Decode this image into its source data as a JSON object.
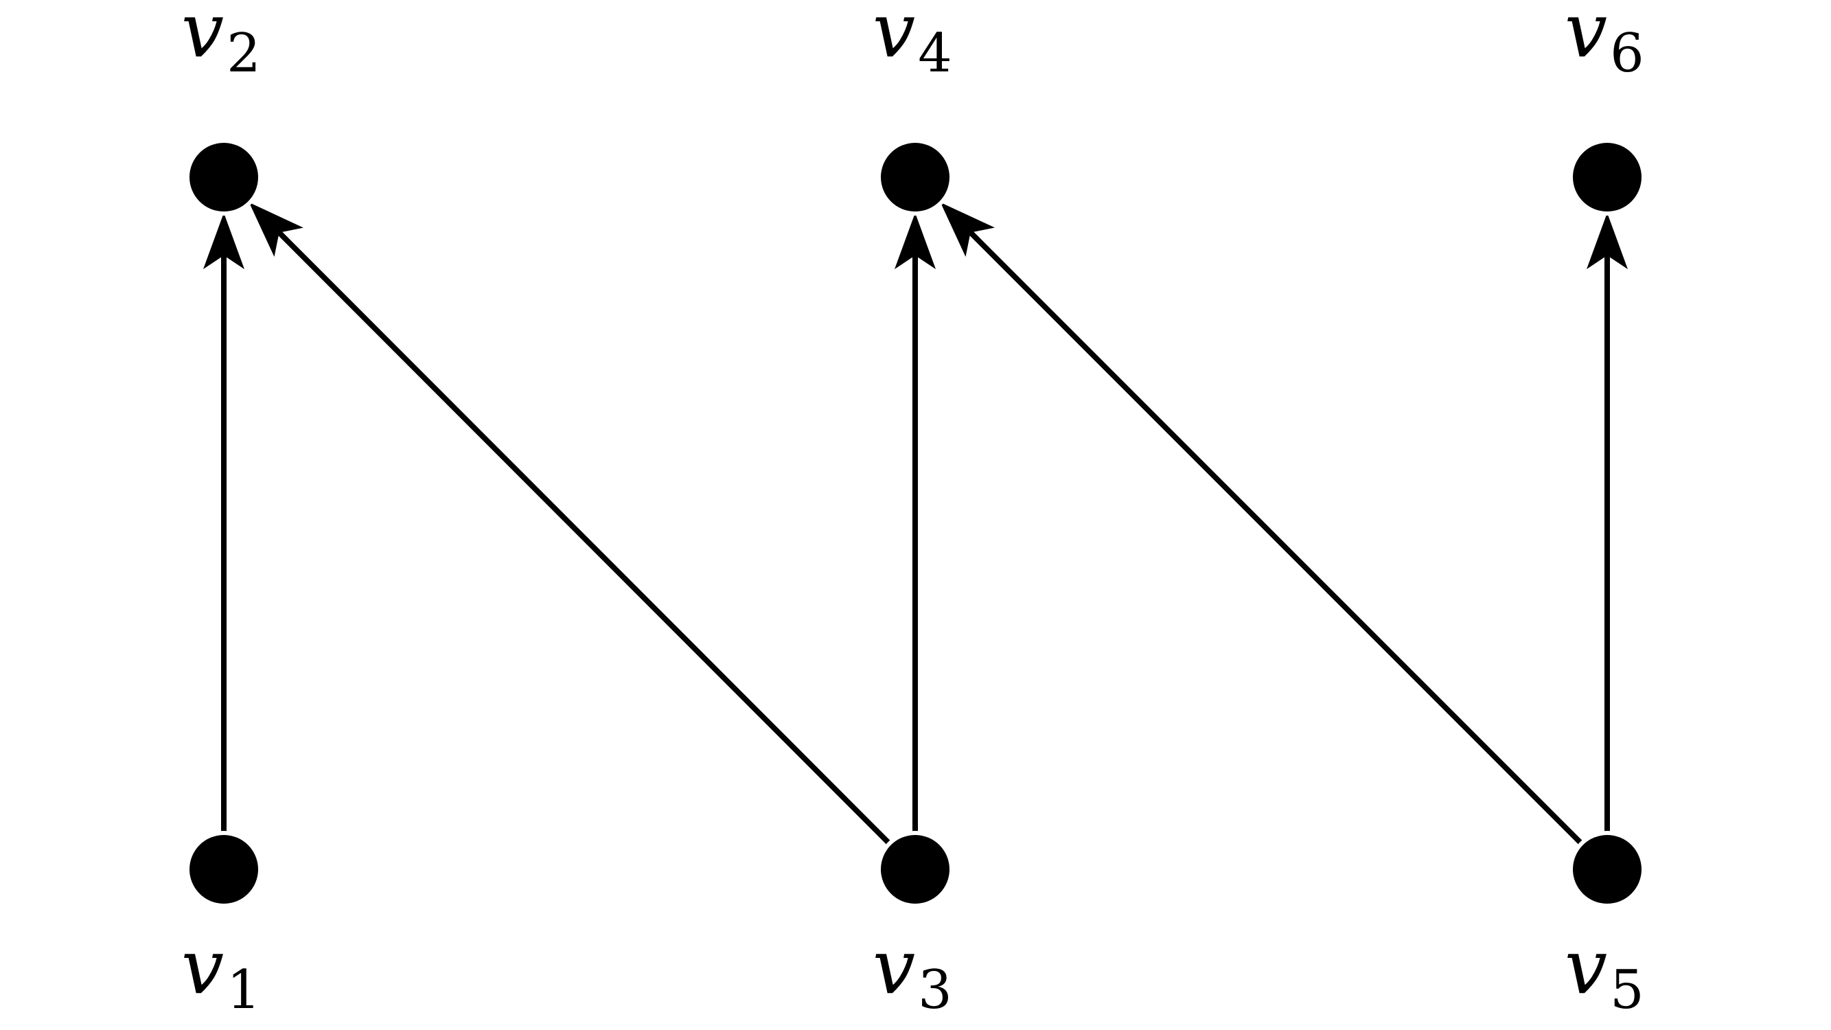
{
  "diagram": {
    "type": "directed-graph",
    "colors": {
      "node": "#000000",
      "edge": "#000000",
      "background": "#ffffff"
    },
    "nodes": [
      {
        "id": "v1",
        "label_var": "v",
        "label_sub": "1",
        "label_side": "below"
      },
      {
        "id": "v2",
        "label_var": "v",
        "label_sub": "2",
        "label_side": "above"
      },
      {
        "id": "v3",
        "label_var": "v",
        "label_sub": "3",
        "label_side": "below"
      },
      {
        "id": "v4",
        "label_var": "v",
        "label_sub": "4",
        "label_side": "above"
      },
      {
        "id": "v5",
        "label_var": "v",
        "label_sub": "5",
        "label_side": "below"
      },
      {
        "id": "v6",
        "label_var": "v",
        "label_sub": "6",
        "label_side": "above"
      }
    ],
    "edges": [
      {
        "from": "v1",
        "to": "v2"
      },
      {
        "from": "v3",
        "to": "v2"
      },
      {
        "from": "v3",
        "to": "v4"
      },
      {
        "from": "v5",
        "to": "v4"
      },
      {
        "from": "v5",
        "to": "v6"
      }
    ]
  }
}
